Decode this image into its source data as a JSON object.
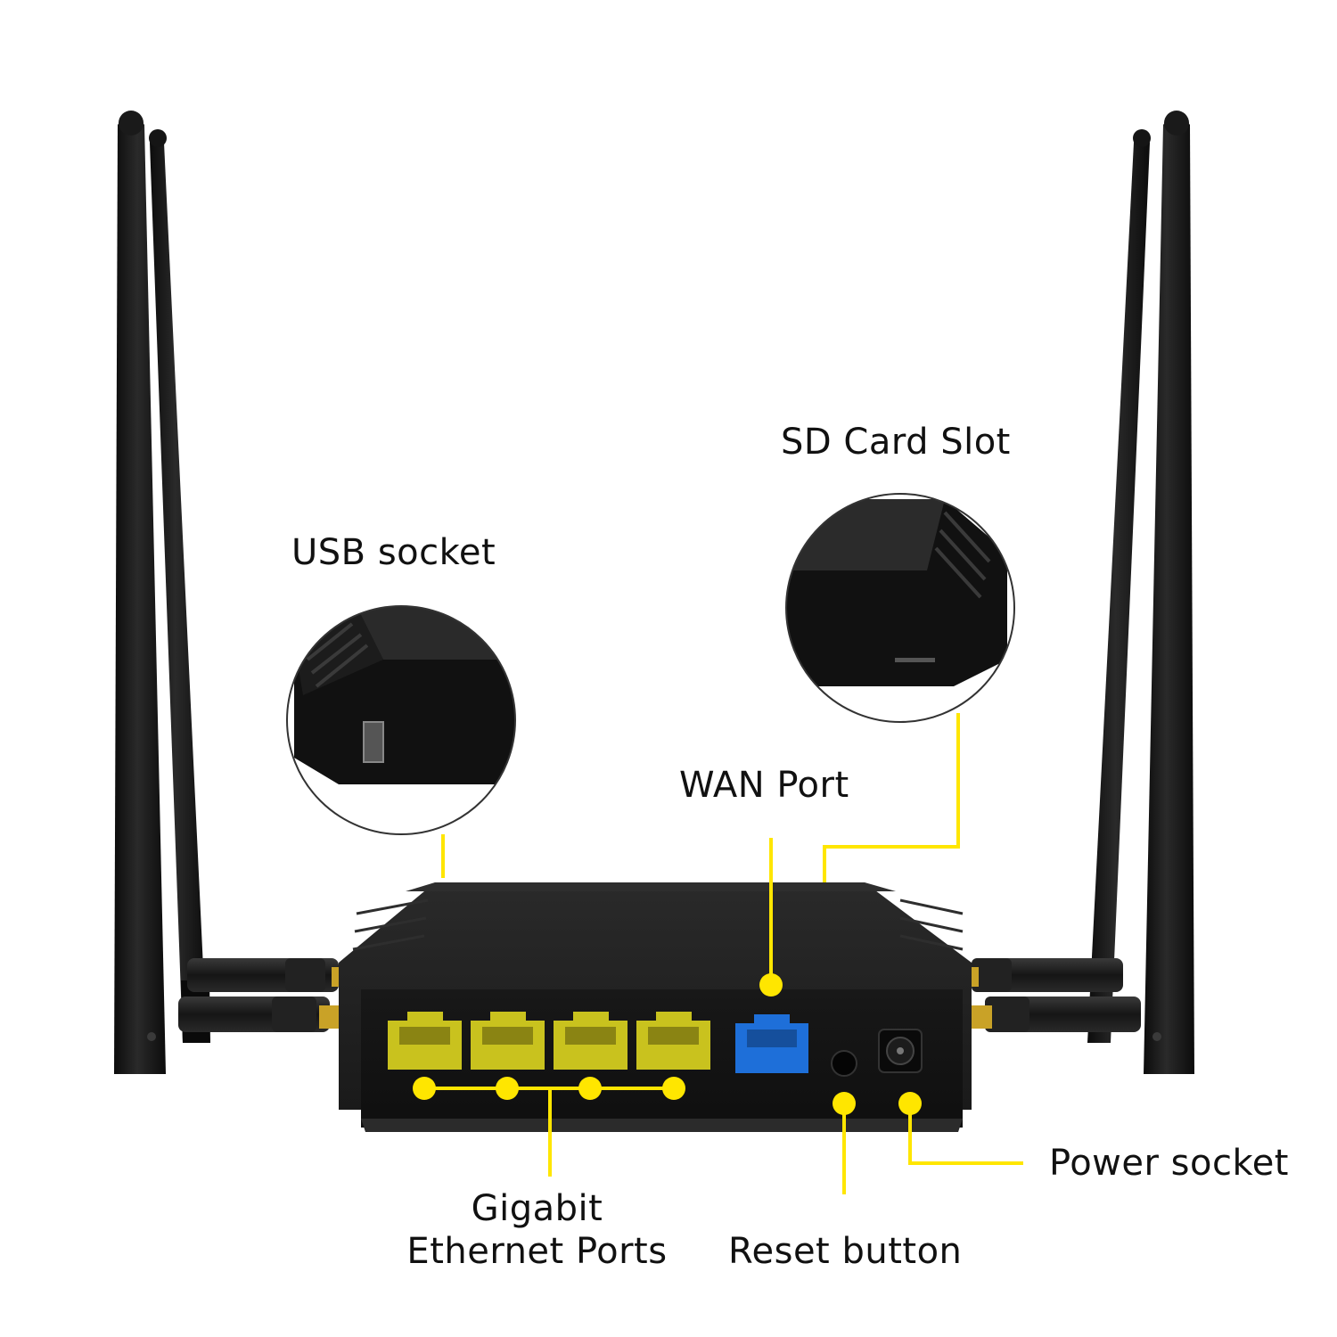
{
  "callouts": {
    "usb_socket": "USB socket",
    "sd_card_slot": "SD Card Slot",
    "wan_port": "WAN Port",
    "ethernet_ports_line1": "Gigabit",
    "ethernet_ports_line2": "Ethernet Ports",
    "reset_button": "Reset button",
    "power_socket": "Power socket"
  },
  "colors": {
    "background": "#ffffff",
    "router_body": "#1b1b1b",
    "callout_yellow": "#ffe600",
    "ethernet_port": "#c9c21e",
    "wan_port": "#1e6fd9",
    "antenna": "#141414",
    "sma_gold": "#c9a227",
    "label_text": "#111111"
  },
  "counts": {
    "ethernet_ports": 4,
    "antennas": 4
  }
}
